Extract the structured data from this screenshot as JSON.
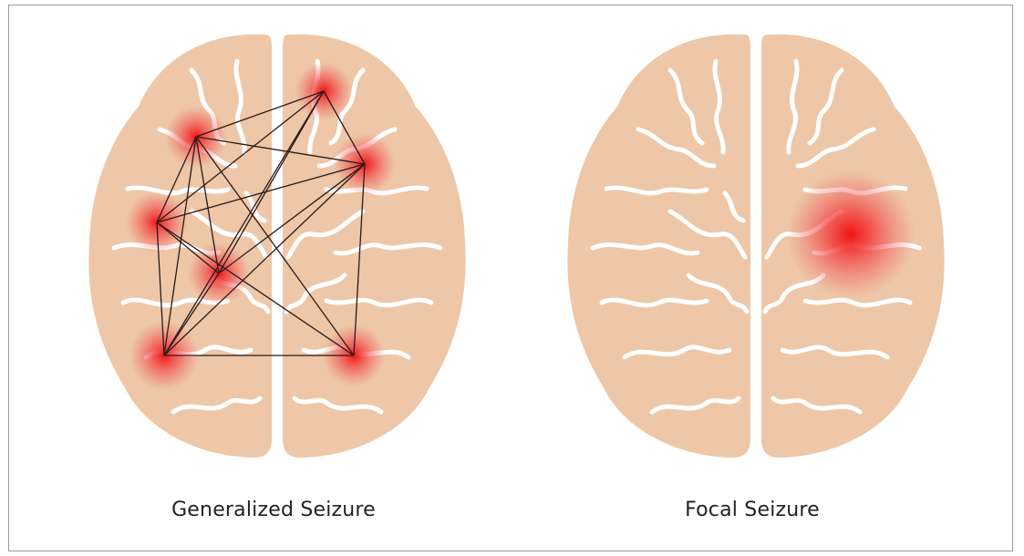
{
  "figure": {
    "panels": [
      {
        "id": "generalized",
        "caption": "Generalized Seizure"
      },
      {
        "id": "focal",
        "caption": "Focal Seizure"
      }
    ]
  },
  "colors": {
    "brain_fill": "#EDC7A7",
    "sulci": "#FFFFFF",
    "hotspot": "#F01515",
    "network_line": "#2A1A1A",
    "caption_text": "#222222",
    "frame_border": "#9A9A9A"
  },
  "icons": [
    "brain-top-view"
  ]
}
